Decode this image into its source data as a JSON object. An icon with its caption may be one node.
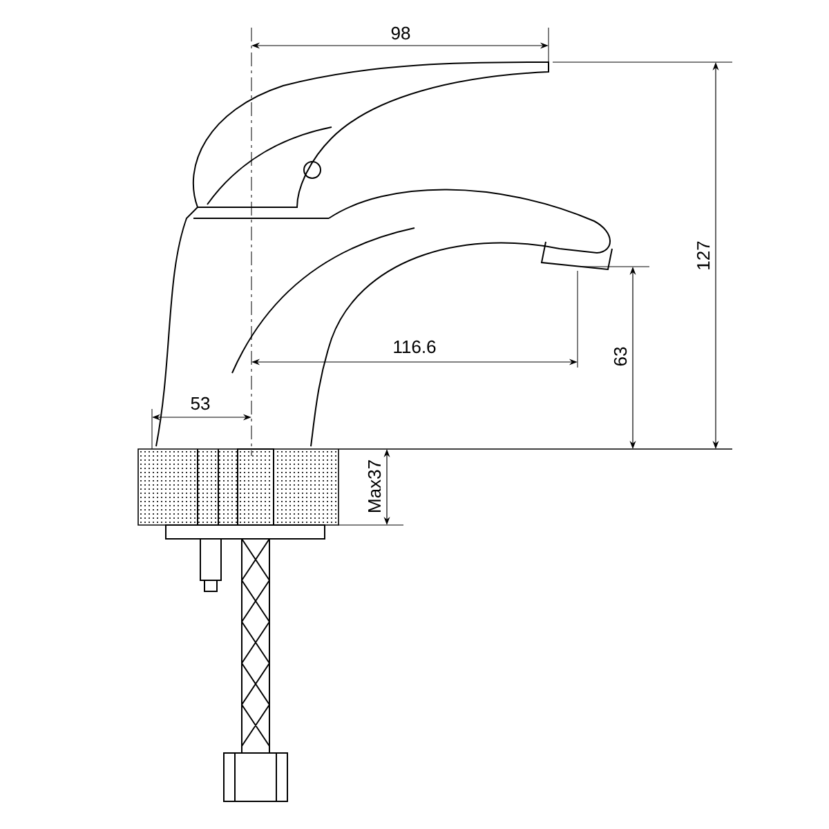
{
  "diagram": {
    "labels": [
      "98",
      "127",
      "116.6",
      "63",
      "53",
      "Max37"
    ]
  }
}
